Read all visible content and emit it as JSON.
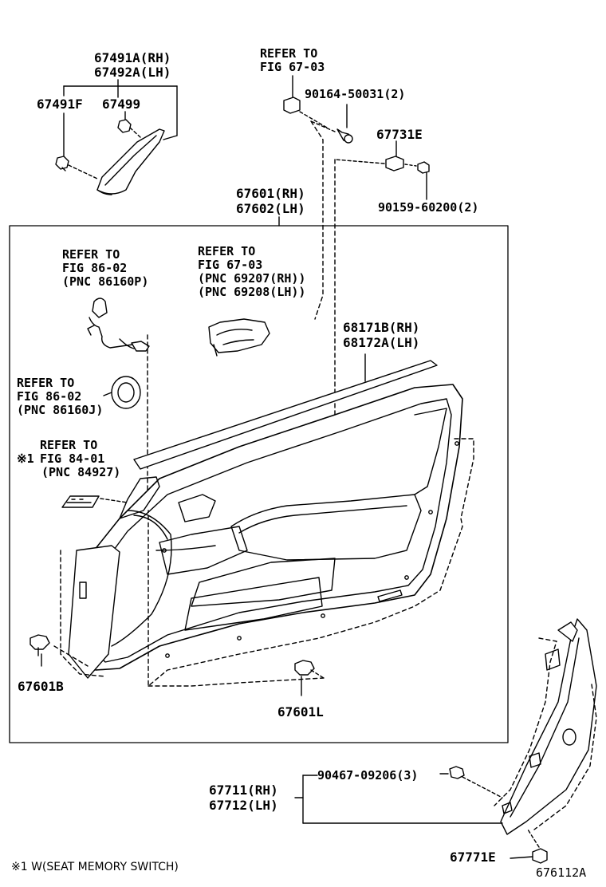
{
  "labels": {
    "p67491A": "67491A(RH)",
    "p67492A": "67492A(LH)",
    "p67491F": "67491F",
    "p67499": "67499",
    "ref_67_03_top_1": "REFER TO",
    "ref_67_03_top_2": "FIG 67-03",
    "p90164": "90164-50031(2)",
    "p67731E": "67731E",
    "p90159": "90159-60200(2)",
    "p67601": "67601(RH)",
    "p67602": "67602(LH)",
    "ref_86_02a_1": "REFER TO",
    "ref_86_02a_2": "FIG 86-02",
    "ref_86_02a_3": "(PNC 86160P)",
    "ref_67_03b_1": "REFER TO",
    "ref_67_03b_2": "FIG 67-03",
    "ref_67_03b_3": "(PNC 69207(RH))",
    "ref_67_03b_4": "(PNC 69208(LH))",
    "p68171B": "68171B(RH)",
    "p68172A": "68172A(LH)",
    "ref_86_02b_1": "REFER TO",
    "ref_86_02b_2": "FIG 86-02",
    "ref_86_02b_3": "(PNC 86160J)",
    "ref_84_01_1": "REFER TO",
    "ref_84_01_mark": "※1",
    "ref_84_01_2": "FIG 84-01",
    "ref_84_01_3": "(PNC 84927)",
    "p67601B": "67601B",
    "p67601L": "67601L",
    "p90467": "90467-09206(3)",
    "p67711": "67711(RH)",
    "p67712": "67712(LH)",
    "p67771E": "67771E"
  },
  "footnote": "※1 W(SEAT MEMORY SWITCH)",
  "figure_id": "676112A"
}
